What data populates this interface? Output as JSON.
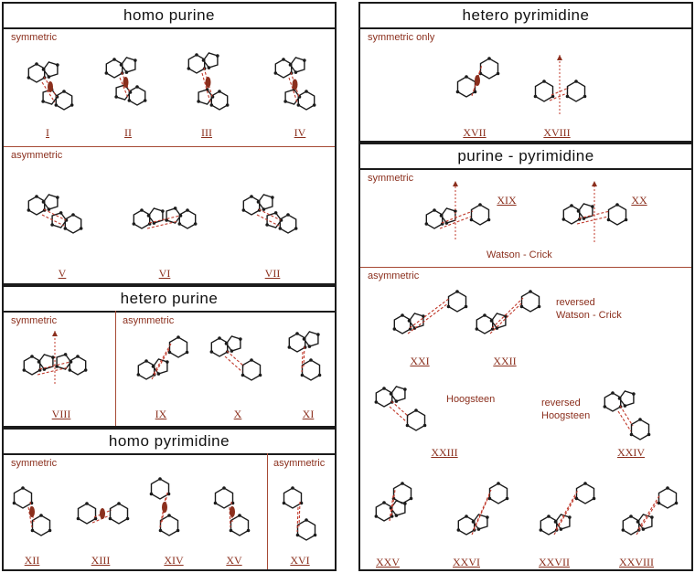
{
  "colors": {
    "line": "#1b1b1b",
    "accent": "#8b2f1d",
    "dash": "#c0392b"
  },
  "panels": {
    "homo_purine": {
      "title": "homo  purine",
      "sub1": "symmetric",
      "sub2": "asymmetric",
      "labels": [
        "I",
        "II",
        "III",
        "IV",
        "V",
        "VI",
        "VII"
      ]
    },
    "hetero_purine": {
      "title": "hetero  purine",
      "sub1": "symmetric",
      "sub2": "asymmetric",
      "labels": [
        "VIII",
        "IX",
        "X",
        "XI"
      ]
    },
    "homo_pyrimidine": {
      "title": "homo  pyrimidine",
      "sub1": "symmetric",
      "sub2": "asymmetric",
      "labels": [
        "XII",
        "XIII",
        "XIV",
        "XV",
        "XVI"
      ]
    },
    "hetero_pyrimidine": {
      "title": "hetero  pyrimidine",
      "sub1": "symmetric  only",
      "labels": [
        "XVII",
        "XVIII"
      ]
    },
    "purine_pyrimidine": {
      "title": "purine - pyrimidine",
      "sub1": "symmetric",
      "sub2": "asymmetric",
      "watson_crick": "Watson - Crick",
      "reversed_wc_1": "reversed",
      "reversed_wc_2": "Watson - Crick",
      "hoogsteen": "Hoogsteen",
      "reversed_h_1": "reversed",
      "reversed_h_2": "Hoogsteen",
      "labels": [
        "XIX",
        "XX",
        "XXI",
        "XXII",
        "XXIII",
        "XXIV",
        "XXV",
        "XXVI",
        "XXVII",
        "XXVIII"
      ]
    }
  }
}
